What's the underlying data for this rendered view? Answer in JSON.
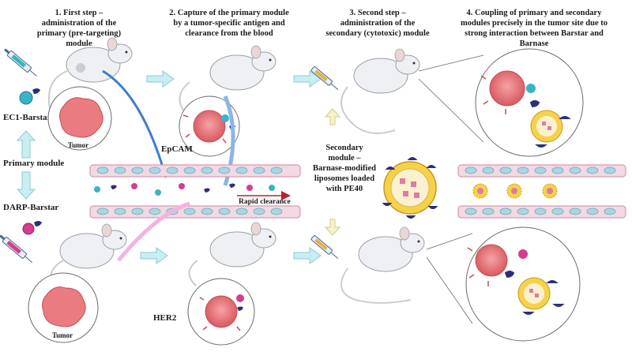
{
  "steps": {
    "step1": [
      "1. First step –",
      "administration of the",
      "primary (pre-targeting)",
      "module"
    ],
    "step2": [
      "2. Capture of the primary module",
      "by a tumor-specific antigen and",
      "clearance from the blood"
    ],
    "step3": [
      "3. Second step –",
      "administration of the",
      "secondary (cytotoxic) module"
    ],
    "step4": [
      "4. Coupling of primary and secondary",
      "modules precisely in the tumor site due to",
      "strong interaction between Barstar and",
      "Barnase"
    ]
  },
  "labels": {
    "ec1": "EC1-Barstar",
    "primary": "Primary module",
    "darp": "DARP-Barstar",
    "tumor_top": "Tumor",
    "tumor_bottom": "Tumor",
    "epcam": "EpCAM",
    "her2": "HER2",
    "rapid": "Rapid clearance",
    "secondary": [
      "Secondary",
      "module –",
      "Barnase-modified",
      "liposomes loaded",
      "with PE40"
    ]
  },
  "colors": {
    "tumor": "#ea7b80",
    "vessel": "#f2d9e3",
    "cyan_module": "#3bb3c6",
    "magenta_module": "#d63c8f",
    "barnase": "#2b2f7a",
    "liposome": "#f6d24a",
    "flow_arrow": "#c8eef2",
    "clearance": "#c0202a"
  }
}
